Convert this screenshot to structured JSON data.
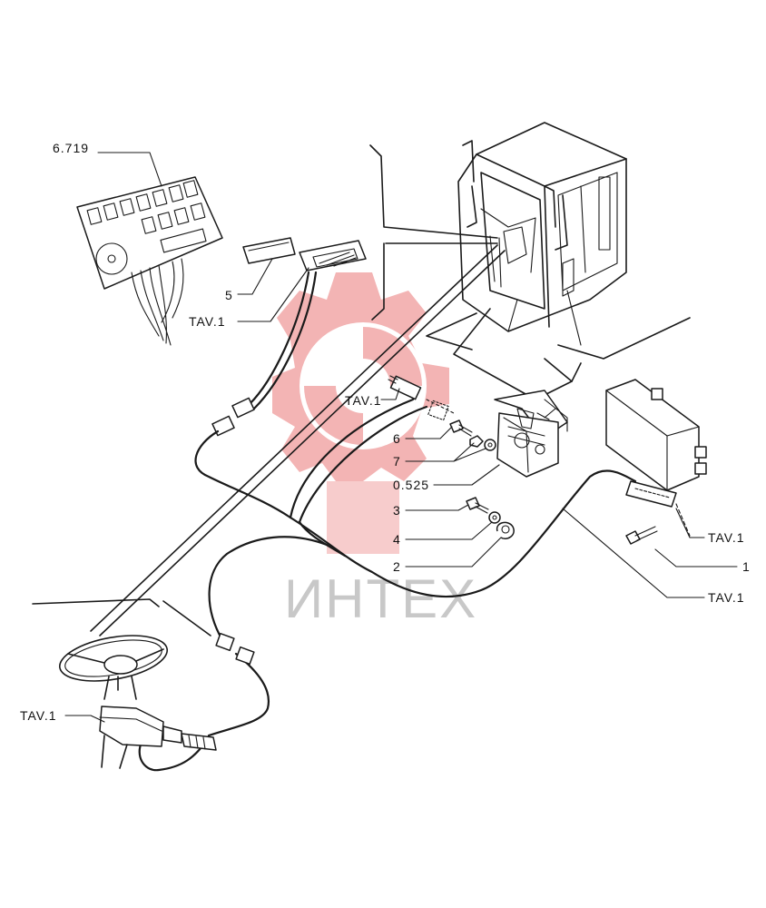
{
  "watermark": {
    "text": "ИНТЕХ",
    "gear_color": "#f2a7a7",
    "text_color": "#c8c8c8"
  },
  "callouts": {
    "panel_ref": "6.719",
    "tav_cluster": "TAV.1",
    "item_5": "5",
    "tav_switch": "TAV.1",
    "item_6": "6",
    "item_7": "7",
    "ref_0525": "0.525",
    "item_3": "3",
    "item_4": "4",
    "item_2": "2",
    "tav_module": "TAV.1",
    "item_1": "1",
    "tav_harness": "TAV.1",
    "tav_steering": "TAV.1"
  }
}
